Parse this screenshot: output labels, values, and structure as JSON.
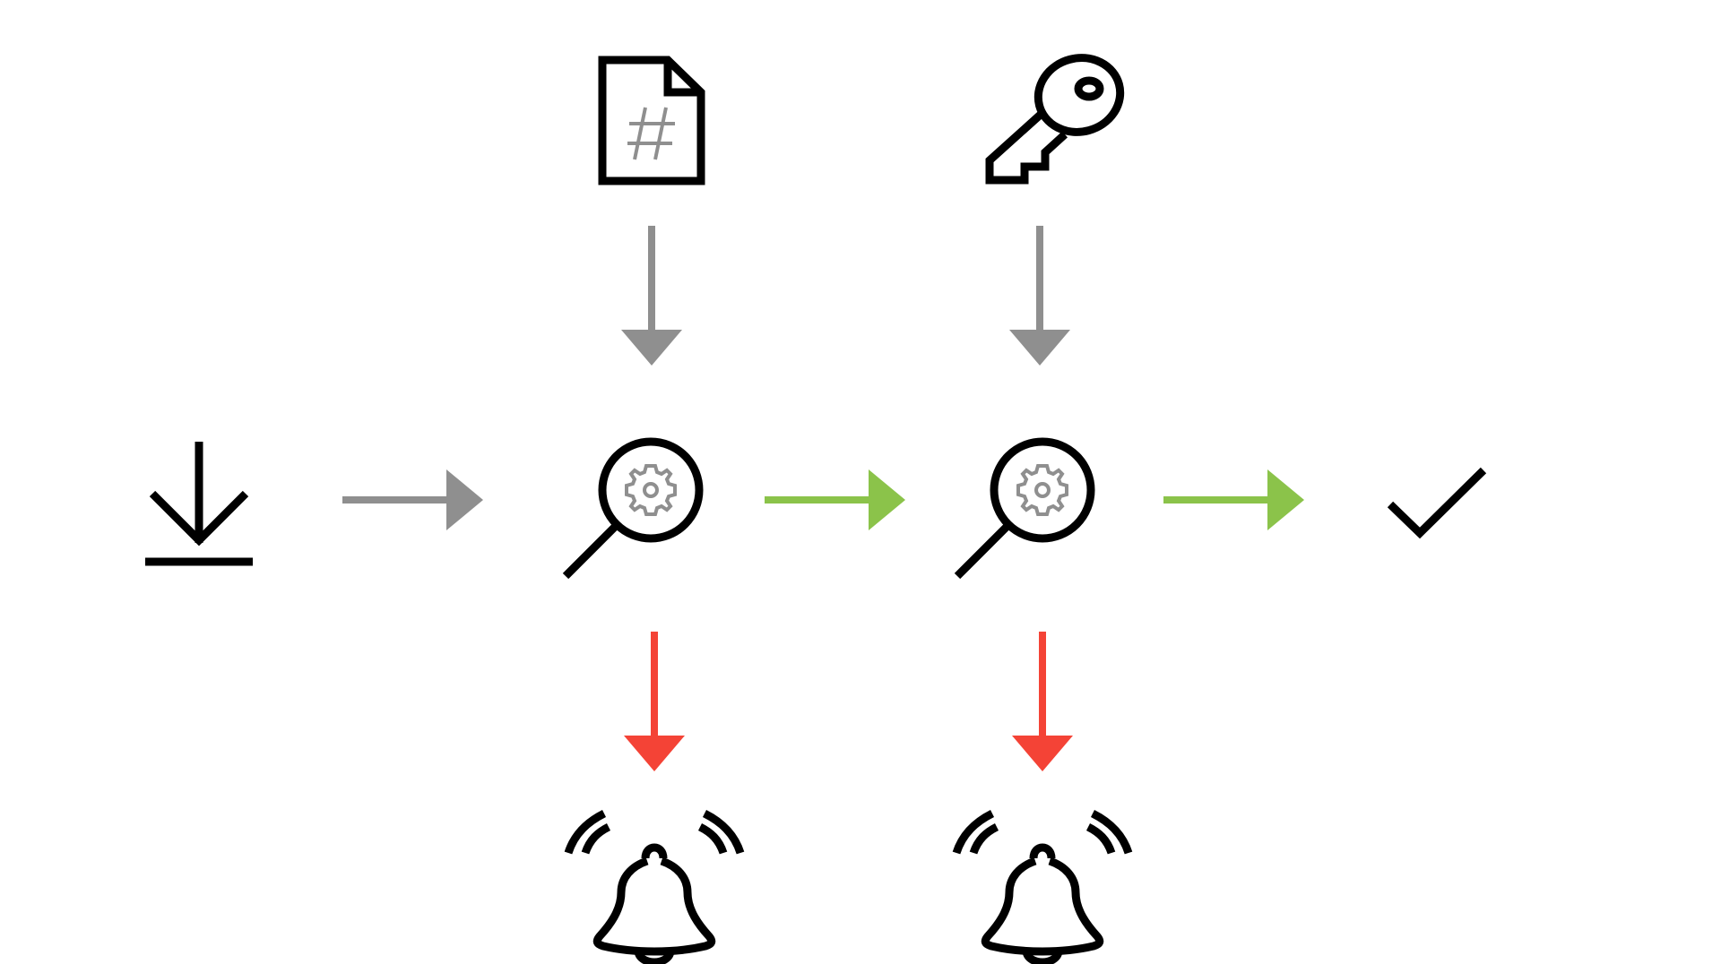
{
  "diagram": {
    "nodes": [
      {
        "id": "download",
        "icon": "download-icon"
      },
      {
        "id": "hash-file",
        "icon": "hash-file-icon"
      },
      {
        "id": "key",
        "icon": "key-icon"
      },
      {
        "id": "inspect-1",
        "icon": "search-gear-icon"
      },
      {
        "id": "inspect-2",
        "icon": "search-gear-icon"
      },
      {
        "id": "success",
        "icon": "checkmark-icon"
      },
      {
        "id": "alert-1",
        "icon": "alarm-bell-icon"
      },
      {
        "id": "alert-2",
        "icon": "alarm-bell-icon"
      }
    ],
    "edges": [
      {
        "from": "download",
        "to": "inspect-1",
        "status": "neutral"
      },
      {
        "from": "hash-file",
        "to": "inspect-1",
        "status": "neutral"
      },
      {
        "from": "key",
        "to": "inspect-2",
        "status": "neutral"
      },
      {
        "from": "inspect-1",
        "to": "inspect-2",
        "status": "pass"
      },
      {
        "from": "inspect-2",
        "to": "success",
        "status": "pass"
      },
      {
        "from": "inspect-1",
        "to": "alert-1",
        "status": "fail"
      },
      {
        "from": "inspect-2",
        "to": "alert-2",
        "status": "fail"
      }
    ]
  },
  "colors": {
    "neutral": "#8f8f8f",
    "pass": "#8bc34a",
    "fail": "#f44336",
    "icon": "#000000",
    "detail": "#8f8f8f"
  }
}
